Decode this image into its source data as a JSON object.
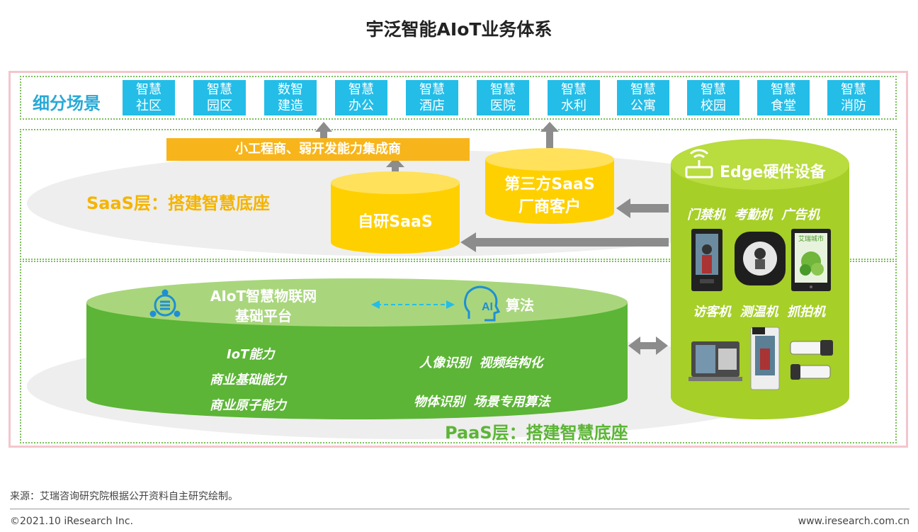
{
  "title": "宇泛智能AIoT业务体系",
  "scenarios": {
    "label": "细分场景",
    "items": [
      {
        "line1": "智慧",
        "line2": "社区"
      },
      {
        "line1": "智慧",
        "line2": "园区"
      },
      {
        "line1": "数智",
        "line2": "建造"
      },
      {
        "line1": "智慧",
        "line2": "办公"
      },
      {
        "line1": "智慧",
        "line2": "酒店"
      },
      {
        "line1": "智慧",
        "line2": "医院"
      },
      {
        "line1": "智慧",
        "line2": "水利"
      },
      {
        "line1": "智慧",
        "line2": "公寓"
      },
      {
        "line1": "智慧",
        "line2": "校园"
      },
      {
        "line1": "智慧",
        "line2": "食堂"
      },
      {
        "line1": "智慧",
        "line2": "消防"
      }
    ]
  },
  "saas": {
    "layer_label": "SaaS层：搭建智慧底座",
    "integrators": "小工程商、弱开发能力集成商",
    "self_saas": "自研SaaS",
    "third_party_line1": "第三方SaaS",
    "third_party_line2": "厂商客户"
  },
  "paas": {
    "layer_label": "PaaS层：搭建智慧底座",
    "platform_line1": "AIoT智慧物联网",
    "platform_line2": "基础平台",
    "algorithm": "算法",
    "left_items": [
      "IoT能力",
      "商业基础能力",
      "商业原子能力"
    ],
    "right_items": [
      "人像识别  视频结构化",
      "物体识别  场景专用算法"
    ]
  },
  "edge": {
    "title": "Edge硬件设备",
    "row1": "门禁机  考勤机  广告机",
    "row2": "访客机  测温机  抓拍机",
    "ad_screen_text": "艾瑞城市"
  },
  "colors": {
    "scenario_box": "#23bde8",
    "scenario_label": "#29a9d6",
    "orange": "#f7b51b",
    "cylinder_yellow": "#ffd000",
    "green": "#5cb536",
    "lime": "#a6cf28",
    "saas_label": "#f5b400",
    "paas_label": "#5cb536"
  },
  "footer": {
    "source": "来源：艾瑞咨询研究院根据公开资料自主研究绘制。",
    "copyright": "©2021.10 iResearch Inc.",
    "url": "www.iresearch.com.cn"
  }
}
